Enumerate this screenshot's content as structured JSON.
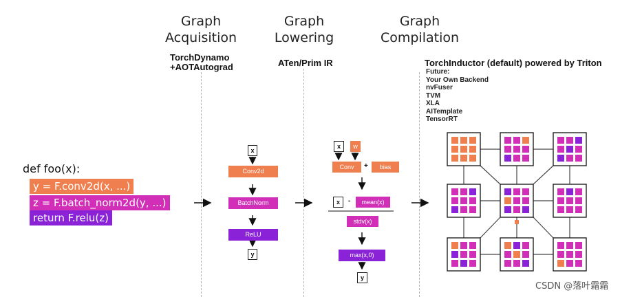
{
  "stages": {
    "acquisition": {
      "line1": "Graph",
      "line2": "Acquisition"
    },
    "lowering": {
      "line1": "Graph",
      "line2": "Lowering"
    },
    "compilation": {
      "line1": "Graph",
      "line2": "Compilation"
    }
  },
  "labels": {
    "dynamo1": "TorchDynamo",
    "dynamo2": "+AOTAutograd",
    "aten": "ATen/Prim IR",
    "inductor": "TorchInductor (default) powered by Triton",
    "future": [
      "Future:",
      "Your Own Backend",
      "nvFuser",
      "TVM",
      "XLA",
      "AITemplate",
      "TensorRT"
    ]
  },
  "code": {
    "def": "def foo(x):",
    "line1": "y = F.conv2d(x, ...)",
    "line2": "z = F.batch_norm2d(y, ...)",
    "line3": "return F.relu(z)"
  },
  "graph1": {
    "x": "x",
    "conv": "Conv2d",
    "bn": "BatchNorm",
    "relu": "ReLU",
    "y": "y"
  },
  "graph2": {
    "x": "x",
    "w": "w",
    "conv": "Conv",
    "plus": "+",
    "bias": "bias",
    "x2": "x",
    "minus": "-",
    "mean": "mean(x)",
    "stdv": "stdv(x)",
    "max": "max(x,0)",
    "y": "y"
  },
  "watermark": "CSDN @落叶霜霜",
  "colors": {
    "orange": "#f07f4f",
    "magenta": "#d12fb8",
    "purple": "#8a22d8",
    "dashed": "#b5b5b5"
  },
  "grid_pattern": [
    [
      "O",
      "O",
      "O",
      "O",
      "O",
      "O",
      "O",
      "O",
      "O"
    ],
    [
      "M",
      "M",
      "O",
      "M",
      "M",
      "M",
      "P",
      "M",
      "M"
    ],
    [
      "M",
      "M",
      "P",
      "M",
      "P",
      "M",
      "P",
      "M",
      "M"
    ],
    [
      "M",
      "M",
      "P",
      "M",
      "M",
      "M",
      "P",
      "M",
      "M"
    ],
    [
      "P",
      "M",
      "M",
      "O",
      "M",
      "M",
      "P",
      "M",
      "P"
    ],
    [
      "M",
      "P",
      "M",
      "M",
      "M",
      "M",
      "M",
      "M",
      "M"
    ],
    [
      "O",
      "M",
      "M",
      "P",
      "M",
      "M",
      "M",
      "P",
      "M"
    ],
    [
      "O",
      "P",
      "M",
      "M",
      "O",
      "M",
      "M",
      "M",
      "P"
    ],
    [
      "M",
      "M",
      "M",
      "M",
      "M",
      "M",
      "O",
      "M",
      "M"
    ]
  ]
}
